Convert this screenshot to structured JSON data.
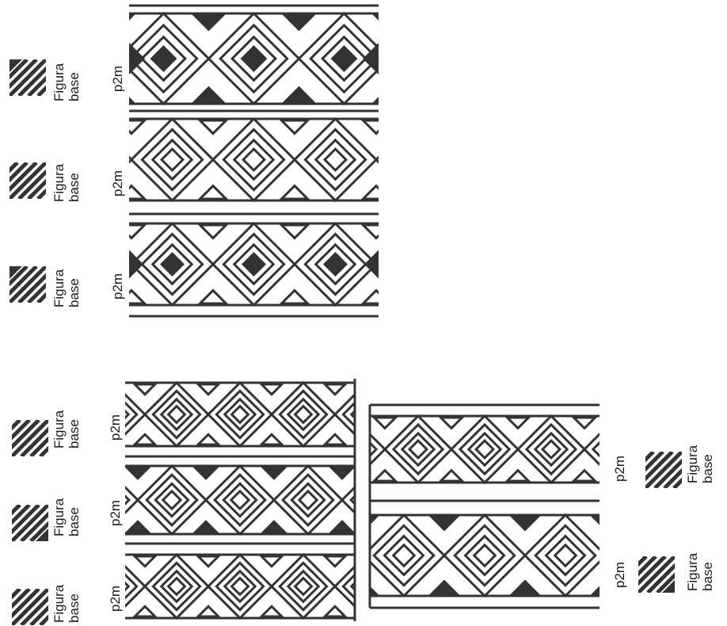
{
  "figure_label": {
    "line1": "Figura",
    "line2": "base"
  },
  "group_label": "p2m",
  "colors": {
    "ink": "#333333",
    "paper": "#ffffff"
  },
  "friezes": [
    {
      "id": "top-1",
      "motif": "diamond-lattice",
      "solid_centers": true,
      "solid_top_triangles": true,
      "solid_bottom_triangles": true,
      "solid_side_triangles": true
    },
    {
      "id": "top-2",
      "motif": "diamond-lattice",
      "solid_centers": false,
      "solid_top_triangles": false,
      "solid_bottom_triangles": false,
      "solid_side_triangles": false
    },
    {
      "id": "top-3",
      "motif": "diamond-lattice",
      "solid_centers": true,
      "solid_top_triangles": false,
      "solid_bottom_triangles": false,
      "solid_side_triangles": true
    },
    {
      "id": "left-1",
      "motif": "diamond-lattice",
      "solid_centers": false,
      "solid_top_triangles": false,
      "solid_bottom_triangles": false,
      "solid_side_triangles": false
    },
    {
      "id": "left-2",
      "motif": "diamond-lattice",
      "solid_centers": false,
      "solid_top_triangles": true,
      "solid_bottom_triangles": true,
      "solid_side_triangles": false
    },
    {
      "id": "left-3",
      "motif": "diamond-lattice",
      "solid_centers": false,
      "solid_top_triangles": false,
      "solid_bottom_triangles": false,
      "solid_side_triangles": false
    },
    {
      "id": "right-1",
      "motif": "diamond-lattice",
      "solid_centers": false,
      "solid_top_triangles": false,
      "solid_bottom_triangles": false,
      "solid_side_triangles": false
    },
    {
      "id": "right-2",
      "motif": "diamond-lattice",
      "solid_centers": false,
      "solid_top_triangles": true,
      "solid_bottom_triangles": true,
      "solid_side_triangles": false
    }
  ],
  "base_figures": [
    {
      "id": "fb-top-1",
      "solid_corner": "top-left"
    },
    {
      "id": "fb-top-2",
      "solid_corner": "none"
    },
    {
      "id": "fb-top-3",
      "solid_corner": "top-left"
    },
    {
      "id": "fb-left-1",
      "solid_corner": "none"
    },
    {
      "id": "fb-left-2",
      "solid_corner": "bottom-right"
    },
    {
      "id": "fb-left-3",
      "solid_corner": "none"
    },
    {
      "id": "fb-right-1",
      "solid_corner": "none"
    },
    {
      "id": "fb-right-2",
      "solid_corner": "bottom-right"
    }
  ]
}
